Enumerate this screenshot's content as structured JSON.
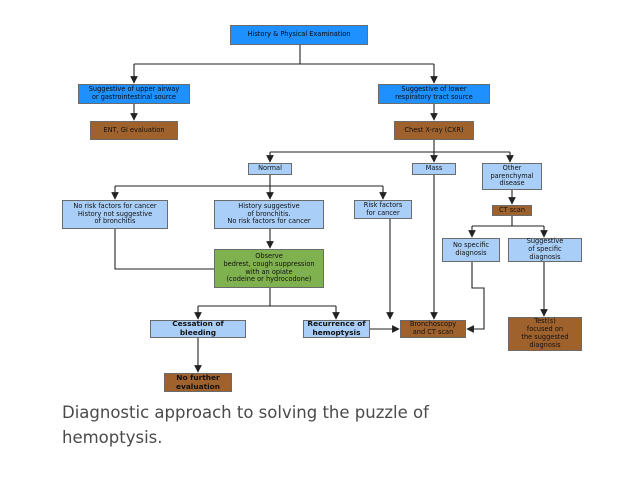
{
  "diagram": {
    "nodes": {
      "history": "History & Physical Examination",
      "upper": "Suggestive of upper airway\nor gastrointestinal source",
      "lower": "Suggestive of lower\nrespiratory tract source",
      "ent": "ENT, GI evaluation",
      "cxr": "Chest X-ray (CXR)",
      "normal": "Normal",
      "mass": "Mass",
      "other": "Other\nparenchymal\ndisease",
      "norisk": "No risk factors for cancer\nHistory not suggestive\nof bronchitis",
      "bronchitis": "History suggestive\nof bronchitis.\nNo risk factors for cancer",
      "riskfactors": "Risk factors\nfor cancer",
      "ctscan": "CT scan",
      "nospecific": "No specific\ndiagnosis",
      "suggestive": "Suggestive\nof specific\ndiagnosis",
      "observe": "Observe\nbedrest, cough suppression\nwith an opiate\n(codeine or hydrocodone)",
      "cessation": "Cessation of bleeding",
      "recurrence": "Recurrence of\nhemoptysis",
      "bronchoscopy": "Bronchoscopy\nand CT scan",
      "tests": "Test(s)\nfocused on\nthe suggested\ndiagnosis",
      "nofurther": "No further\nevaluation"
    },
    "colors": {
      "primary": "#1e90ff",
      "finding": "#a9cff8",
      "procedure": "#a0622d",
      "management": "#7fb24f",
      "connector": "#222222"
    }
  },
  "caption": "Diagnostic approach to solving the puzzle of\nhemoptysis."
}
